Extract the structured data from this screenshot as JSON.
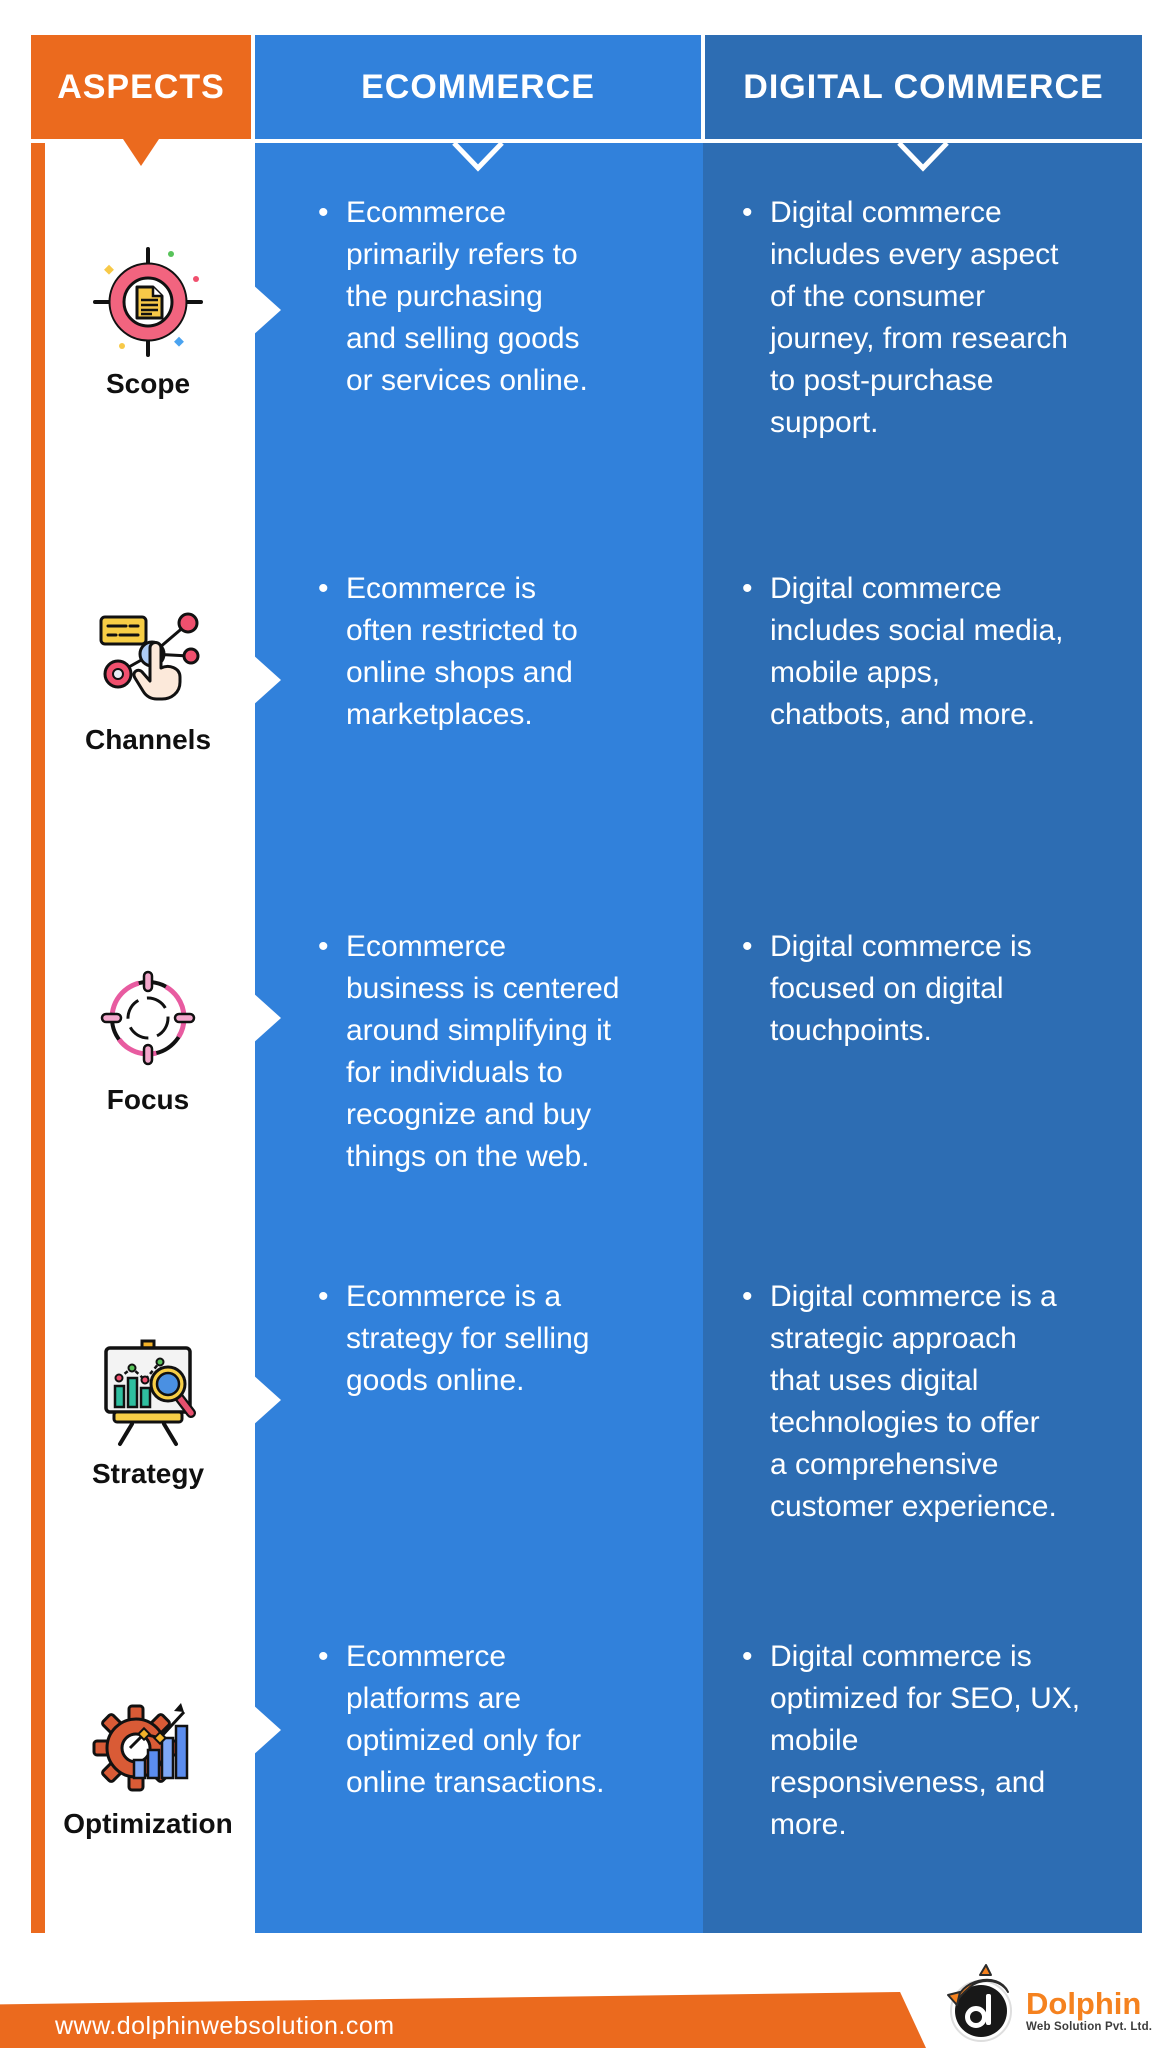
{
  "header": {
    "aspects": "ASPECTS",
    "ecommerce": "ECOMMERCE",
    "digital": "DIGITAL COMMERCE"
  },
  "bullet": "•",
  "rows": [
    {
      "aspect": "Scope",
      "icon": "target-document-icon",
      "ecommerce": "Ecommerce\nprimarily refers to\nthe purchasing\nand selling goods\nor services online.",
      "digital": "Digital commerce\nincludes every aspect\nof the consumer\njourney, from research\nto post-purchase\nsupport."
    },
    {
      "aspect": "Channels",
      "icon": "network-click-hand-icon",
      "ecommerce": "Ecommerce is\noften restricted to\nonline shops and\nmarketplaces.",
      "digital": "Digital commerce\nincludes social media,\nmobile apps,\nchatbots, and more."
    },
    {
      "aspect": "Focus",
      "icon": "crosshair-target-icon",
      "ecommerce": "Ecommerce\nbusiness is centered\naround simplifying it\nfor individuals to\nrecognize and buy\nthings on the web.",
      "digital": "Digital commerce is\nfocused on digital\ntouchpoints."
    },
    {
      "aspect": "Strategy",
      "icon": "chart-board-magnifier-icon",
      "ecommerce": "Ecommerce is a\nstrategy for selling\ngoods online.",
      "digital": "Digital commerce is a\nstrategic approach\nthat uses digital\ntechnologies to offer\na comprehensive\ncustomer experience."
    },
    {
      "aspect": "Optimization",
      "icon": "gear-bar-chart-icon",
      "ecommerce": "Ecommerce\nplatforms are\noptimized only for\nonline transactions.",
      "digital": "Digital commerce is\noptimized for SEO, UX,\nmobile\nresponsiveness, and\nmore."
    }
  ],
  "footer": {
    "website": "www.dolphinwebsolution.com",
    "logo_title": "Dolphin",
    "logo_subtitle": "Web Solution Pvt. Ltd."
  },
  "colors": {
    "orange": "#EB6A1E",
    "light_blue": "#3181DB",
    "dark_blue": "#2D6DB3",
    "text_on_blue": "#FFFFFF",
    "aspect_label": "#101010",
    "logo_orange": "#F5821F"
  }
}
